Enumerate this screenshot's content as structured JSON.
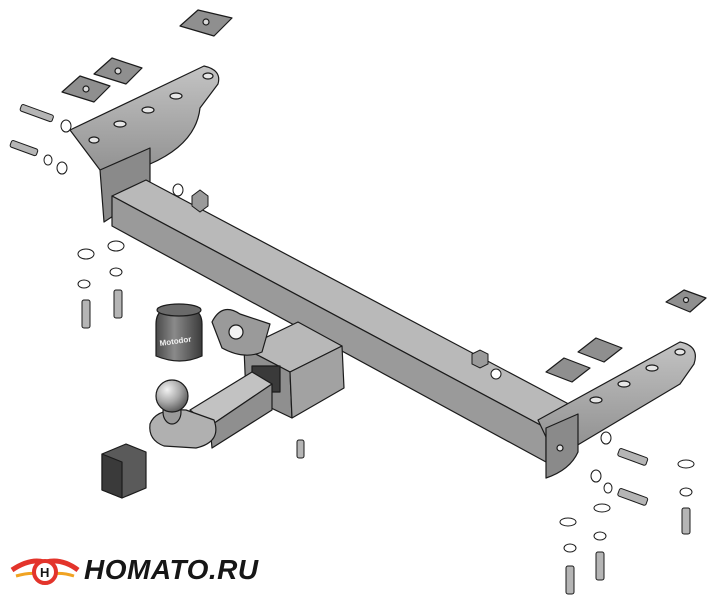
{
  "cover_text": "Motodor",
  "logo": {
    "text": "HOMATO.RU",
    "emblem": "tow-ball-wing-emblem"
  },
  "colors": {
    "metal": "#a7a7a7",
    "metal_dark": "#7f7f7f",
    "outline": "#1b1b1b",
    "logo_red": "#e3342b",
    "logo_orange": "#f0a322"
  }
}
